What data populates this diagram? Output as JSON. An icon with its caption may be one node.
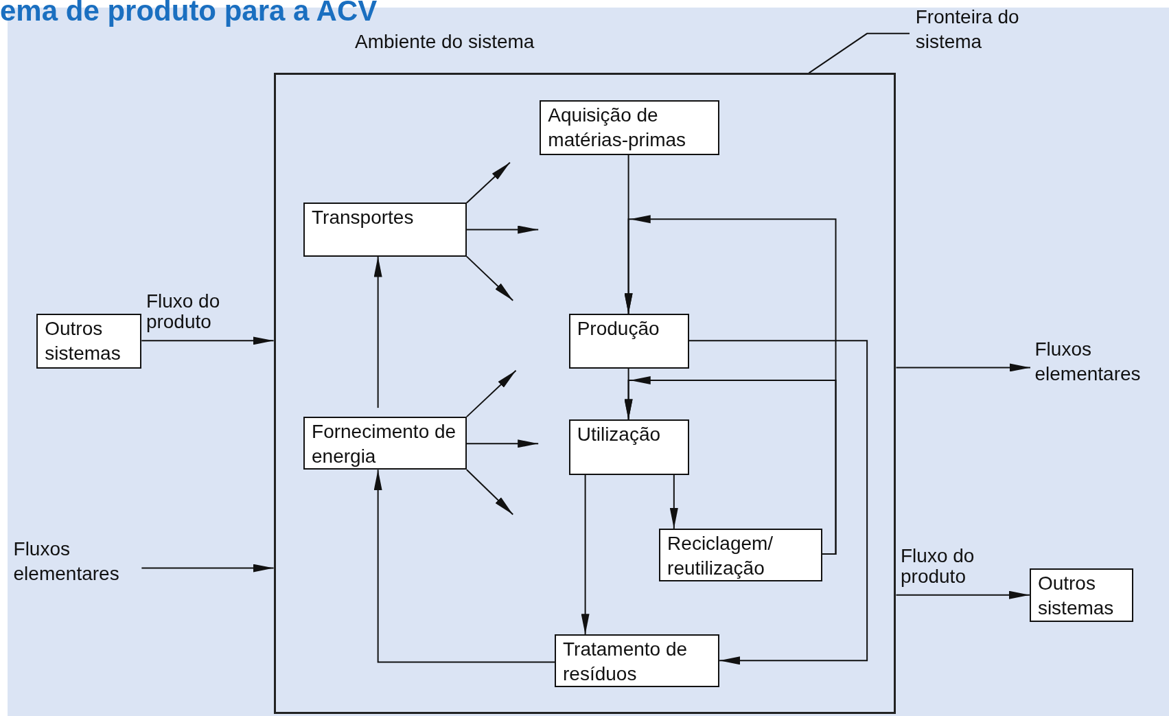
{
  "diagram": {
    "title": "ema de produto para a ACV",
    "nodes": [
      {
        "text": [
          "Fronteira do sistema"
        ]
      },
      {
        "text": [],
        "shape": "box"
      },
      {
        "text": [
          "Aquisição de matérias-primas"
        ],
        "in": 1
      },
      {
        "text": [
          "Transportes"
        ],
        "in": 1
      },
      {
        "text": [
          "Outros sistemas"
        ]
      },
      {
        "text": [
          "Produção"
        ],
        "in": 1
      },
      {
        "text": [
          "Fluxos elementares"
        ]
      },
      {
        "text": [
          "Fornecimento de energia"
        ],
        "in": 1
      },
      {
        "text": [
          "Utilização"
        ],
        "in": 1
      },
      {
        "text": [
          "Reciclagem/ reutilização"
        ],
        "in": 1
      },
      {
        "text": [
          "Fluxos elementares"
        ]
      },
      {
        "text": [
          "Outros sistemas"
        ]
      },
      {
        "text": [
          "Tratamento de resíduos"
        ],
        "in": 1
      }
    ],
    "edges": [
      {
        "from": 0,
        "to": 1,
        "arrow": "none"
      },
      {
        "from": 4,
        "to": 1,
        "arrow": "to",
        "label": "Fluxo do produto"
      },
      {
        "from": 10,
        "to": 1,
        "arrow": "to"
      },
      {
        "from": 1,
        "to": 6,
        "arrow": "to"
      },
      {
        "from": 1,
        "to": 11,
        "arrow": "to",
        "label": "Fluxo do produto"
      },
      {
        "from": 2,
        "to": 5,
        "arrow": "to"
      },
      {
        "from": 9,
        "to": 5,
        "arrow": "to"
      },
      {
        "from": 9,
        "to": 8,
        "arrow": "to"
      },
      {
        "from": 5,
        "to": 8,
        "arrow": "to"
      },
      {
        "from": 8,
        "to": 9,
        "arrow": "to"
      },
      {
        "from": 8,
        "to": 12,
        "arrow": "to"
      },
      {
        "from": 5,
        "to": 12,
        "arrow": "to"
      },
      {
        "from": 12,
        "to": 7,
        "arrow": "to"
      },
      {
        "from": 7,
        "to": 3,
        "arrow": "to"
      },
      {
        "from": 3,
        "to": null,
        "arrow": "to"
      },
      {
        "from": 3,
        "to": null,
        "arrow": "to"
      },
      {
        "from": 3,
        "to": null,
        "arrow": "to"
      },
      {
        "from": 7,
        "to": null,
        "arrow": "to"
      },
      {
        "from": 7,
        "to": null,
        "arrow": "to"
      },
      {
        "from": 7,
        "to": null,
        "arrow": "to"
      }
    ],
    "labels": [
      "Ambiente do sistema"
    ]
  }
}
